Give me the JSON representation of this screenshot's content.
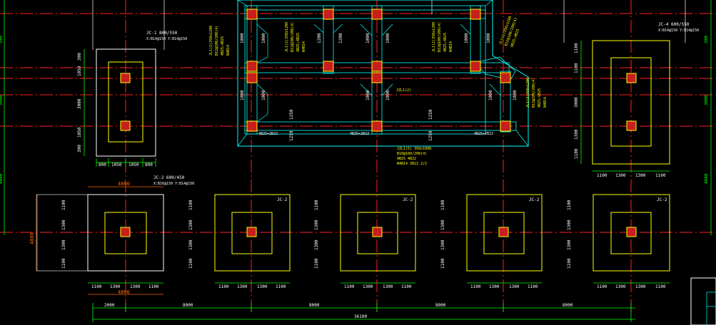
{
  "colors": {
    "background": "#000000",
    "axis": "#ff2020",
    "grid": "#ffffff",
    "footing": "#ffffff",
    "pedestal": "#ffff00",
    "column": "#c81e1e",
    "column_outline": "#ffff00",
    "beam": "#00ffff",
    "dim": "#00ff00",
    "text": "#ffffff",
    "annotation": "#ffff00",
    "highlight_dim": "#ff6600"
  },
  "labels": {
    "jc1": "JC-1  800/550",
    "jc1_note": "X:B14@150 Y:B14@150",
    "jc2": "JC-2  600/450",
    "jc2_note": "X:B16@150 Y:B14@150",
    "jc2_short": "JC-2",
    "jc4": "JC-4  600/550",
    "jc4_note": "X:B14@150 Y:B14@150",
    "beam_a": "JL1(2)350x1200",
    "beam_b": "B12@100/200(4)",
    "beam_c": "4B25;4B25",
    "beam_d": "N4B14",
    "beam_e": "JZL1(5) 350x1000",
    "beam_f": "B10@100/200(4)",
    "beam_g": "4B25 4B22",
    "beam_h": "N4B14 3B22 2/2",
    "bot1": "4B25+2B22",
    "bot2": "4B25+2B22",
    "bot3": "4B25+2B22",
    "mid_tag": "JZL1(2)",
    "orange_top": "4800",
    "orange_bot": "4800",
    "orange_side": "4800"
  },
  "dims": {
    "v300": "300",
    "v1050": "1050",
    "v3000": "3000",
    "v1100": "1100",
    "v1300": "1300",
    "v1000": "1000",
    "v1200": "1200",
    "v1250": "1250",
    "v800": "800",
    "v4800": "4800",
    "h800": "800",
    "h1050": "1050",
    "h1100": "1100",
    "h1300": "1300",
    "total_seg1": "2000",
    "total_seg2": "8000",
    "total_seg3": "8000",
    "total_seg4": "8000",
    "total_seg5": "8000",
    "total": "36100"
  }
}
